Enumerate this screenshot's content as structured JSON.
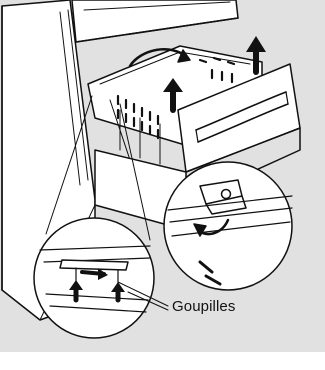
{
  "diagram": {
    "callout_label": "Goupilles",
    "colors": {
      "background": "#e1e1e1",
      "line": "#111111",
      "fill": "#ffffff"
    },
    "elements": [
      "refrigerator-cabinet",
      "freezer-drawer",
      "drawer-basket",
      "up-arrow-icon",
      "curved-arrow-icon",
      "detail-magnifier-circle",
      "pins-magnifier-circle"
    ]
  }
}
